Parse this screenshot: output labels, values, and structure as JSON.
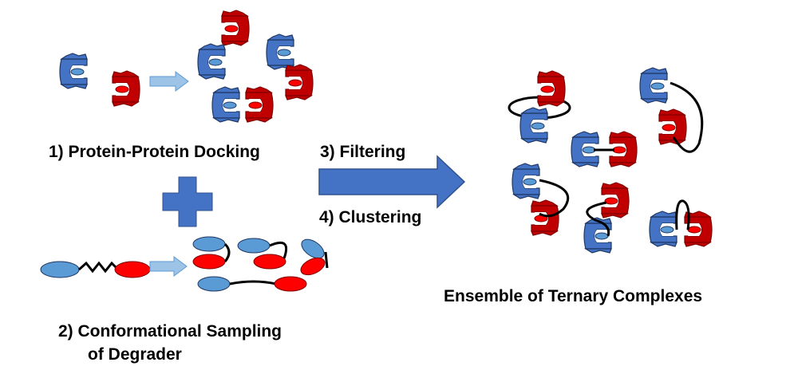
{
  "labels": {
    "step1": "1) Protein-Protein Docking",
    "step2_line1": "2) Conformational Sampling",
    "step2_line2": "of Degrader",
    "step3": "3) Filtering",
    "step4": "4) Clustering",
    "result": "Ensemble of Ternary Complexes"
  },
  "colors": {
    "blue_protein": "#4472c4",
    "red_protein": "#c00000",
    "blue_ligand": "#5b9bd5",
    "red_ligand": "#ff0000",
    "arrow_fill": "#4472c4",
    "small_arrow_fill": "#9dc3e6",
    "linker": "#000000"
  },
  "icons": [
    "plus-icon",
    "arrow-right-icon",
    "protein-pocket-icon",
    "linker-icon"
  ]
}
